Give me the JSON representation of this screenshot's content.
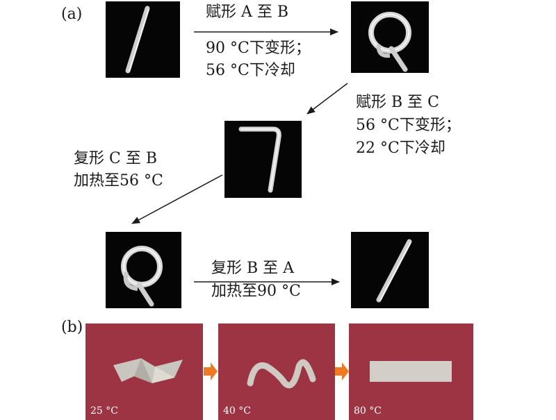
{
  "panel_a": {
    "label": "(a)",
    "step1": {
      "line1": "赋形 A 至 B",
      "line2": "90 °C下变形；",
      "line3": "56 °C下冷却"
    },
    "step2": {
      "line1": "赋形 B 至 C",
      "line2": "56 °C下变形；",
      "line3": "22 °C下冷却"
    },
    "step3": {
      "line1": "复形 C 至 B",
      "line2": "加热至56 °C"
    },
    "step4": {
      "line1": "复形 B 至 A",
      "line2": "加热至90 °C"
    }
  },
  "panel_b": {
    "label": "(b)",
    "photos": [
      {
        "temperature": "25 °C"
      },
      {
        "temperature": "40 °C"
      },
      {
        "temperature": "80 °C"
      }
    ]
  },
  "colors": {
    "photo_background": "#050505",
    "fabric_background": "#a83a4a",
    "arrow_orange": "#ee7a22"
  }
}
